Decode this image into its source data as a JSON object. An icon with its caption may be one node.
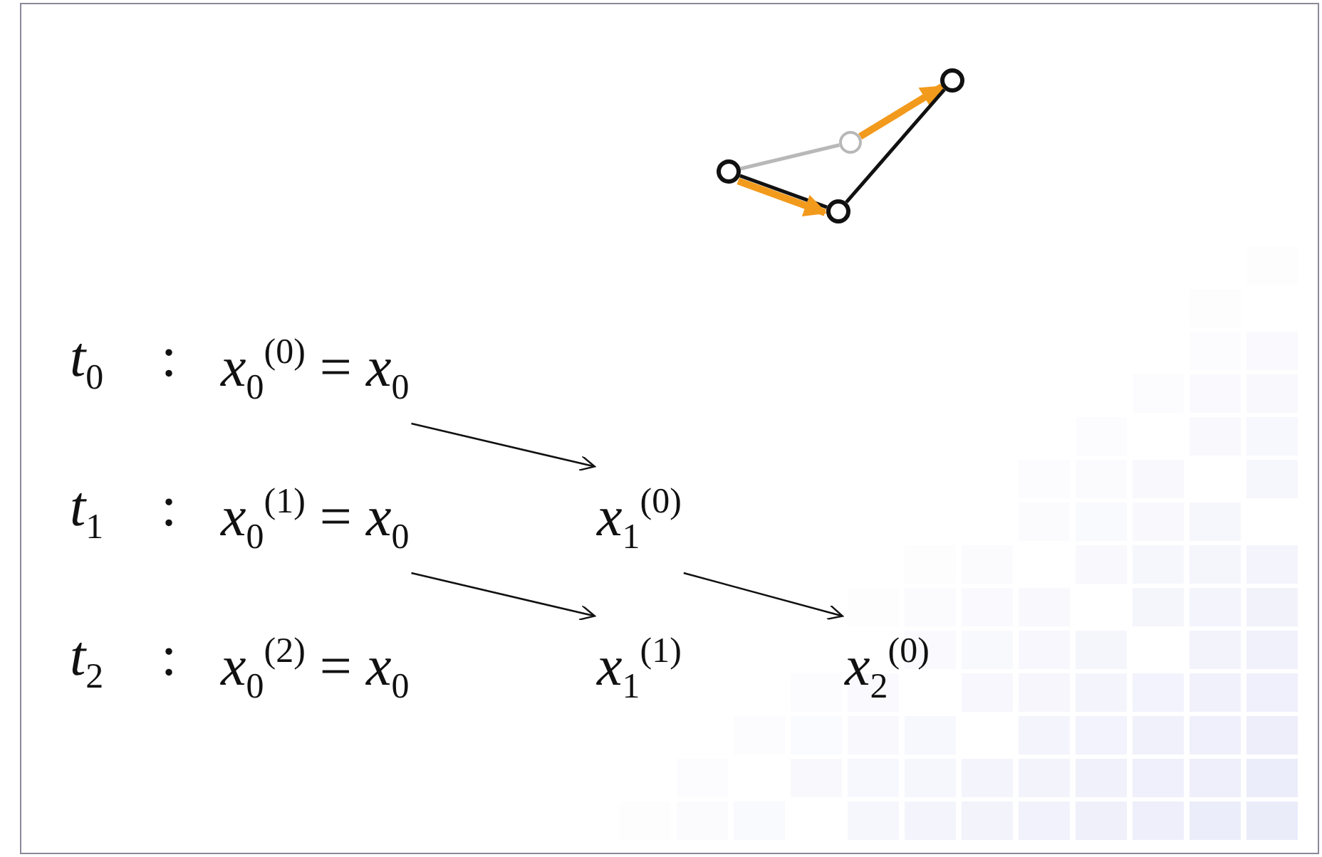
{
  "diagram": {
    "nodes": [
      {
        "text": [],
        "shape": "circle"
      },
      {
        "text": [],
        "shape": "circle"
      },
      {
        "text": [],
        "shape": "circle"
      },
      {
        "text": [],
        "shape": "circle"
      },
      {
        "text": [
          "*x*$_{0}$$^{(0)}$ = *x*$_{0}$"
        ]
      },
      {
        "text": [
          "*x*$_{0}$$^{(1)}$ = *x*$_{0}$"
        ]
      },
      {
        "text": [
          "*x*$_{1}$$^{(0)}$"
        ]
      },
      {
        "text": [
          "*x*$_{0}$$^{(2)}$ = *x*$_{0}$"
        ]
      },
      {
        "text": [
          "*x*$_{1}$$^{(1)}$"
        ]
      },
      {
        "text": [
          "*x*$_{2}$$^{(0)}$"
        ]
      }
    ],
    "edges": [
      {
        "from": 0,
        "to": 1,
        "arrow": "none"
      },
      {
        "from": 0,
        "to": 1,
        "arrow": "to",
        "style": "thick",
        "color": "#f29a1c"
      },
      {
        "from": 0,
        "to": 2,
        "arrow": "none",
        "color": "#b8b8b8"
      },
      {
        "from": 2,
        "to": 3,
        "arrow": "to",
        "style": "thick",
        "color": "#f29a1c"
      },
      {
        "from": 1,
        "to": 3,
        "arrow": "none"
      },
      {
        "from": 4,
        "to": 6,
        "arrow": "to"
      },
      {
        "from": 5,
        "to": 8,
        "arrow": "to"
      },
      {
        "from": 6,
        "to": 9,
        "arrow": "to"
      }
    ],
    "labels": [
      "*t*$_{0}$",
      ":",
      "*t*$_{1}$",
      ":",
      "*t*$_{2}$",
      ":"
    ]
  }
}
